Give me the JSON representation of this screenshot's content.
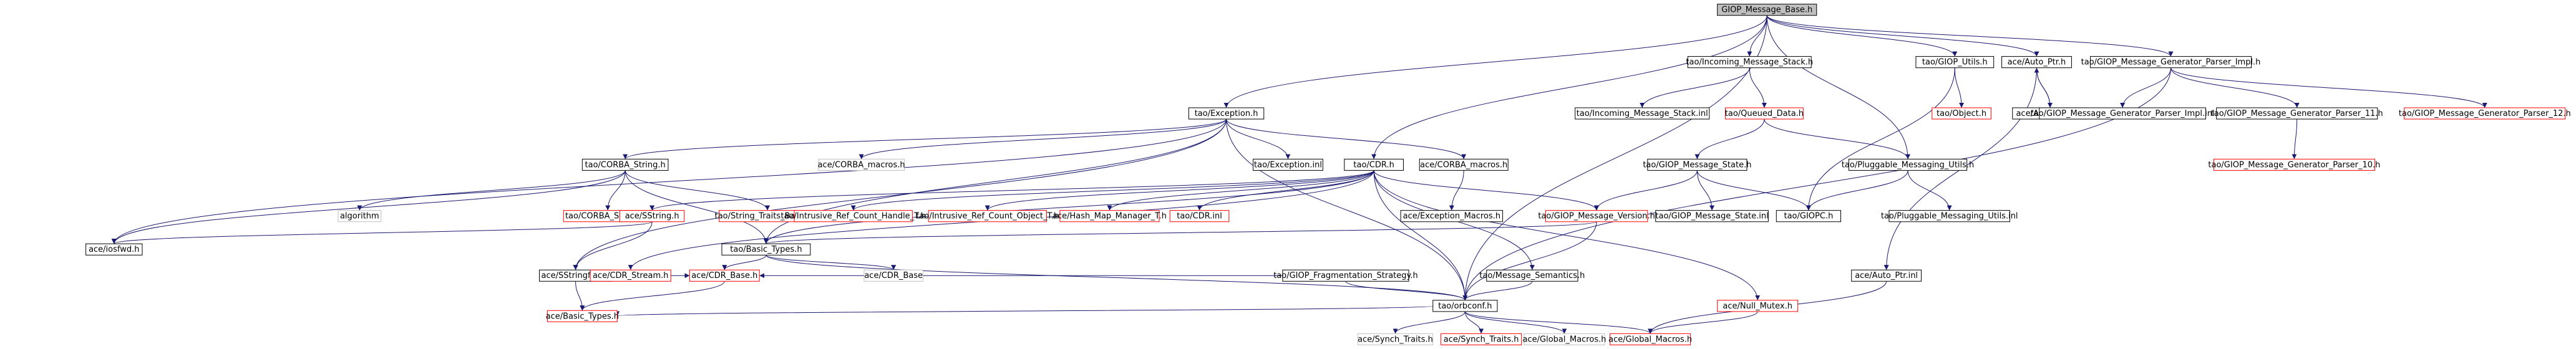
{
  "colors": {
    "root_fill": "#bfbfbf",
    "normal_border": "#000000",
    "missing_border": "#ff0000",
    "system_border": "#bfbfbf",
    "edge": "#191970"
  },
  "nodes": [
    {
      "id": "n00",
      "label": "GIOP_Message_Base.h",
      "kind": "root"
    },
    {
      "id": "n01",
      "label": "tao/Exception.h",
      "kind": "normal"
    },
    {
      "id": "n02",
      "label": "tao/CORBA_String.h",
      "kind": "normal"
    },
    {
      "id": "n03",
      "label": "ace/CORBA_macros.h",
      "kind": "system"
    },
    {
      "id": "n04",
      "label": "tao/Exception.inl",
      "kind": "normal"
    },
    {
      "id": "n05",
      "label": "ace/CORBA_macros.h",
      "kind": "normal"
    },
    {
      "id": "n06",
      "label": "ace/iosfwd.h",
      "kind": "normal"
    },
    {
      "id": "n07",
      "label": "algorithm",
      "kind": "system"
    },
    {
      "id": "n08",
      "label": "tao/CORBA_String.inl",
      "kind": "missing"
    },
    {
      "id": "n09",
      "label": "tao/String_Traits_Base_T.h",
      "kind": "missing"
    },
    {
      "id": "n10",
      "label": "ace/Exception_Macros.h",
      "kind": "normal"
    },
    {
      "id": "n11",
      "label": "tao/Basic_Types.h",
      "kind": "normal"
    },
    {
      "id": "n12",
      "label": "ace/SStringfwd.h",
      "kind": "normal"
    },
    {
      "id": "n13",
      "label": "ace/CDR_Base.h",
      "kind": "missing"
    },
    {
      "id": "n14",
      "label": "ace/CDR_Base",
      "kind": "system"
    },
    {
      "id": "n15",
      "label": "ace/Basic_Types.h",
      "kind": "missing"
    },
    {
      "id": "n16",
      "label": "tao/orbconf.h",
      "kind": "normal"
    },
    {
      "id": "n17",
      "label": "ace/Synch_Traits.h",
      "kind": "system"
    },
    {
      "id": "n18",
      "label": "ace/Synch_Traits.h",
      "kind": "missing"
    },
    {
      "id": "n19",
      "label": "ace/Global_Macros.h",
      "kind": "system"
    },
    {
      "id": "n20",
      "label": "ace/Global_Macros.h",
      "kind": "missing"
    },
    {
      "id": "n21",
      "label": "tao/CDR.h",
      "kind": "normal"
    },
    {
      "id": "n22",
      "label": "ace/SString.h",
      "kind": "missing"
    },
    {
      "id": "n23",
      "label": "tao/Intrusive_Ref_Count_Handle_T.h",
      "kind": "missing"
    },
    {
      "id": "n24",
      "label": "tao/Intrusive_Ref_Count_Object_T.h",
      "kind": "missing"
    },
    {
      "id": "n25",
      "label": "ace/Hash_Map_Manager_T.h",
      "kind": "missing"
    },
    {
      "id": "n26",
      "label": "tao/CDR.inl",
      "kind": "missing"
    },
    {
      "id": "n27",
      "label": "ace/CDR_Stream.h",
      "kind": "missing"
    },
    {
      "id": "n28",
      "label": "tao/GIOP_Fragmentation_Strategy.h",
      "kind": "normal"
    },
    {
      "id": "n29",
      "label": "tao/Incoming_Message_Stack.h",
      "kind": "normal"
    },
    {
      "id": "n30",
      "label": "tao/Incoming_Message_Stack.inl",
      "kind": "normal"
    },
    {
      "id": "n31",
      "label": "tao/Queued_Data.h",
      "kind": "missing"
    },
    {
      "id": "n32",
      "label": "tao/GIOP_Message_State.h",
      "kind": "normal"
    },
    {
      "id": "n33",
      "label": "tao/GIOP_Message_Version.h",
      "kind": "missing"
    },
    {
      "id": "n34",
      "label": "tao/Message_Semantics.h",
      "kind": "normal"
    },
    {
      "id": "n35",
      "label": "tao/GIOP_Message_State.inl",
      "kind": "normal"
    },
    {
      "id": "n36",
      "label": "tao/GIOPC.h",
      "kind": "normal"
    },
    {
      "id": "n37",
      "label": "tao/Pluggable_Messaging_Utils.h",
      "kind": "normal"
    },
    {
      "id": "n38",
      "label": "tao/Pluggable_Messaging_Utils.inl",
      "kind": "normal"
    },
    {
      "id": "n39",
      "label": "tao/GIOP_Utils.h",
      "kind": "normal"
    },
    {
      "id": "n40",
      "label": "tao/Object.h",
      "kind": "missing"
    },
    {
      "id": "n41",
      "label": "ace/Auto_Ptr.h",
      "kind": "normal"
    },
    {
      "id": "n42",
      "label": "ace/Auto_Ptr.cpp",
      "kind": "normal"
    },
    {
      "id": "n43",
      "label": "ace/Auto_Ptr.inl",
      "kind": "normal"
    },
    {
      "id": "n44",
      "label": "ace/Null_Mutex.h",
      "kind": "missing"
    },
    {
      "id": "n45",
      "label": "tao/GIOP_Message_Generator_Parser_Impl.h",
      "kind": "normal"
    },
    {
      "id": "n46",
      "label": "tao/GIOP_Message_Generator_Parser_Impl.inl",
      "kind": "normal"
    },
    {
      "id": "n47",
      "label": "tao/GIOP_Message_Generator_Parser_11.h",
      "kind": "normal"
    },
    {
      "id": "n48",
      "label": "tao/GIOP_Message_Generator_Parser_10.h",
      "kind": "missing"
    },
    {
      "id": "n49",
      "label": "tao/GIOP_Message_Generator_Parser_12.h",
      "kind": "missing"
    }
  ],
  "edges": [
    [
      "n00",
      "n01"
    ],
    [
      "n00",
      "n21"
    ],
    [
      "n00",
      "n29"
    ],
    [
      "n00",
      "n37"
    ],
    [
      "n00",
      "n39"
    ],
    [
      "n00",
      "n41"
    ],
    [
      "n00",
      "n45"
    ],
    [
      "n00",
      "n16"
    ],
    [
      "n01",
      "n02"
    ],
    [
      "n01",
      "n03"
    ],
    [
      "n01",
      "n04"
    ],
    [
      "n01",
      "n05"
    ],
    [
      "n01",
      "n06"
    ],
    [
      "n01",
      "n12"
    ],
    [
      "n01",
      "n11"
    ],
    [
      "n01",
      "n16"
    ],
    [
      "n02",
      "n06"
    ],
    [
      "n02",
      "n07"
    ],
    [
      "n02",
      "n08"
    ],
    [
      "n02",
      "n09"
    ],
    [
      "n02",
      "n11"
    ],
    [
      "n05",
      "n10"
    ],
    [
      "n11",
      "n13"
    ],
    [
      "n11",
      "n14"
    ],
    [
      "n11",
      "n16"
    ],
    [
      "n13",
      "n15"
    ],
    [
      "n12",
      "n15"
    ],
    [
      "n16",
      "n15"
    ],
    [
      "n16",
      "n17"
    ],
    [
      "n16",
      "n18"
    ],
    [
      "n16",
      "n19"
    ],
    [
      "n16",
      "n20"
    ],
    [
      "n21",
      "n22"
    ],
    [
      "n21",
      "n23"
    ],
    [
      "n21",
      "n24"
    ],
    [
      "n21",
      "n25"
    ],
    [
      "n21",
      "n26"
    ],
    [
      "n21",
      "n27"
    ],
    [
      "n21",
      "n11"
    ],
    [
      "n21",
      "n16"
    ],
    [
      "n21",
      "n34"
    ],
    [
      "n21",
      "n44"
    ],
    [
      "n21",
      "n33"
    ],
    [
      "n22",
      "n06"
    ],
    [
      "n22",
      "n12"
    ],
    [
      "n27",
      "n13"
    ],
    [
      "n27",
      "n12"
    ],
    [
      "n28",
      "n13"
    ],
    [
      "n28",
      "n16"
    ],
    [
      "n29",
      "n30"
    ],
    [
      "n29",
      "n31"
    ],
    [
      "n31",
      "n32"
    ],
    [
      "n31",
      "n37"
    ],
    [
      "n32",
      "n33"
    ],
    [
      "n32",
      "n35"
    ],
    [
      "n32",
      "n36"
    ],
    [
      "n33",
      "n11"
    ],
    [
      "n33",
      "n16"
    ],
    [
      "n34",
      "n16"
    ],
    [
      "n37",
      "n36"
    ],
    [
      "n37",
      "n38"
    ],
    [
      "n39",
      "n40"
    ],
    [
      "n39",
      "n36"
    ],
    [
      "n41",
      "n42"
    ],
    [
      "n42",
      "n41"
    ],
    [
      "n41",
      "n43"
    ],
    [
      "n43",
      "n20"
    ],
    [
      "n44",
      "n20"
    ],
    [
      "n45",
      "n46"
    ],
    [
      "n45",
      "n47"
    ],
    [
      "n45",
      "n49"
    ],
    [
      "n45",
      "n16"
    ],
    [
      "n47",
      "n48"
    ]
  ]
}
